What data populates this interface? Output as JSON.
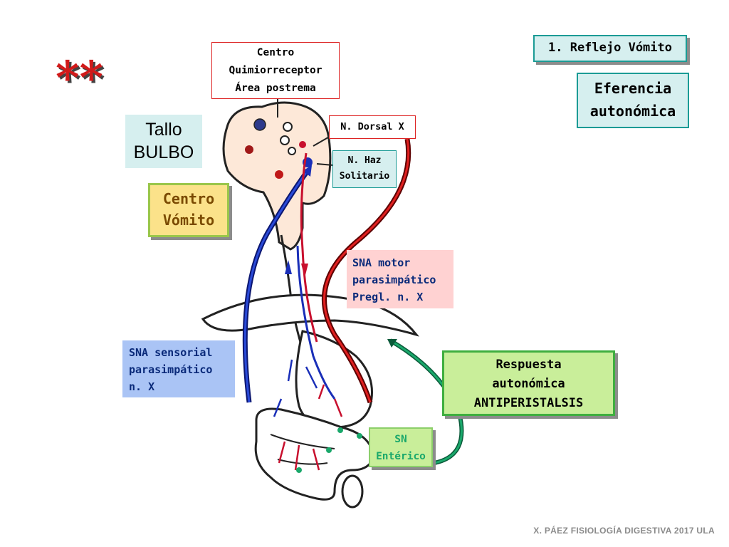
{
  "slide": {
    "asterisks": "**",
    "reflex_title": "1. Reflejo Vómito",
    "efferent_title": "Eferencia\nautonómica",
    "brainstem": "Tallo\nBULBO",
    "vomit_center": "Centro\nVómito",
    "chemoreceptor": "Centro\nQuimiorreceptor\nÁrea postrema",
    "dorsal_x": "N. Dorsal X",
    "solitary": "N. Haz\nSolitario",
    "motor": "SNA motor\nparasimpático\nPregl. n. X",
    "sensory": "SNA sensorial\nparasimpático\nn. X",
    "response": "Respuesta\nautonómica\nANTIPERISTALSIS",
    "enteric": "SN\nEntérico",
    "footer": "X. PÁEZ   FISIOLOGÍA DIGESTIVA 2017  ULA"
  },
  "colors": {
    "sensory_nerve": "#1a2fb8",
    "motor_nerve": "#c8102e",
    "enteric_arrow": "#1aa86b",
    "teal_border": "#1b9b95",
    "green_box": "#c9ee9a"
  }
}
